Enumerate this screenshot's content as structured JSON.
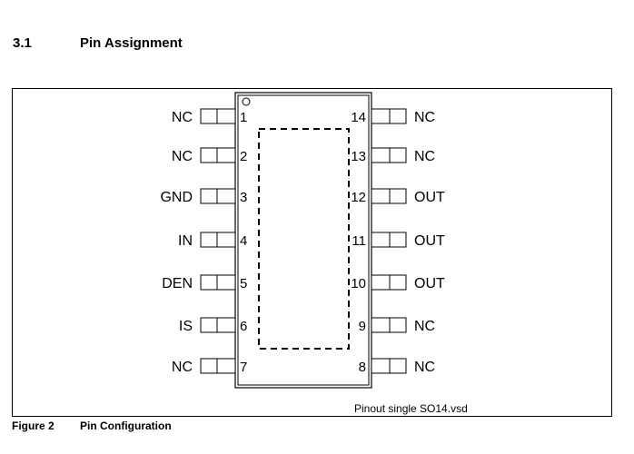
{
  "section": {
    "number": "3.1",
    "title": "Pin Assignment"
  },
  "figure": {
    "number": "Figure 2",
    "title": "Pin Configuration"
  },
  "diagram_file": "Pinout single SO14.vsd",
  "left_pins": [
    {
      "num": "1",
      "label": "NC"
    },
    {
      "num": "2",
      "label": "NC"
    },
    {
      "num": "3",
      "label": "GND"
    },
    {
      "num": "4",
      "label": "IN"
    },
    {
      "num": "5",
      "label": "DEN"
    },
    {
      "num": "6",
      "label": "IS"
    },
    {
      "num": "7",
      "label": "NC"
    }
  ],
  "right_pins": [
    {
      "num": "14",
      "label": "NC"
    },
    {
      "num": "13",
      "label": "NC"
    },
    {
      "num": "12",
      "label": "OUT"
    },
    {
      "num": "11",
      "label": "OUT"
    },
    {
      "num": "10",
      "label": "OUT"
    },
    {
      "num": "9",
      "label": "NC"
    },
    {
      "num": "8",
      "label": "NC"
    }
  ]
}
